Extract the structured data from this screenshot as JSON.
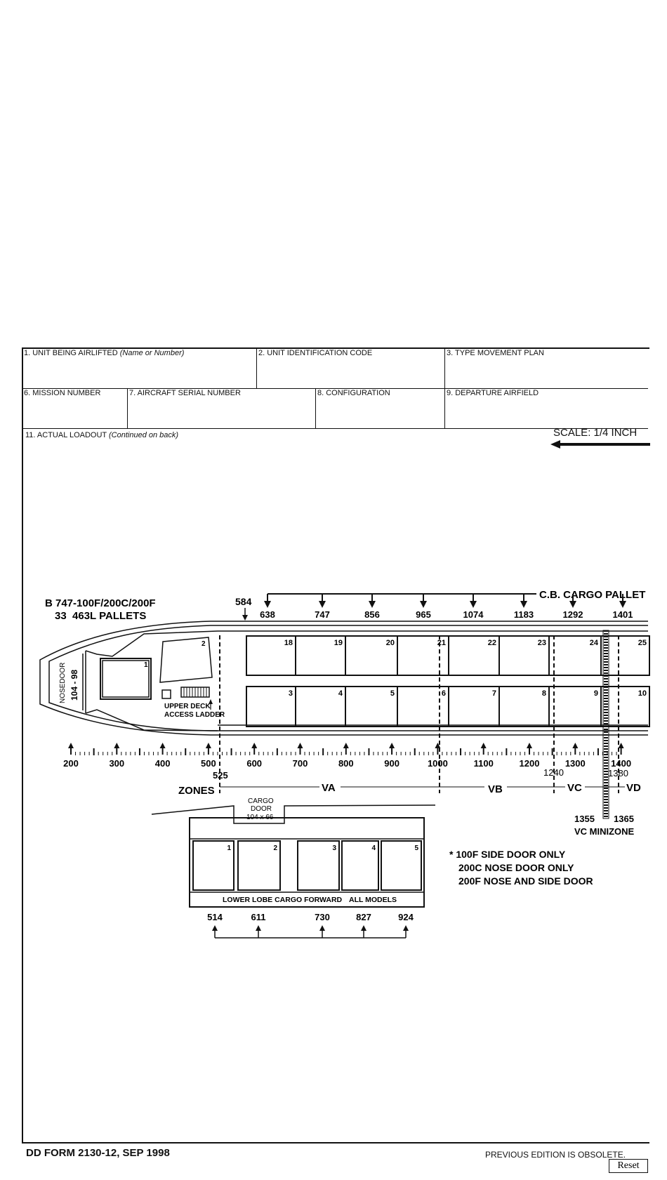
{
  "form": {
    "fields": [
      {
        "label": "1. UNIT BEING AIRLIFTED ",
        "label_italic": "(Name or Number)",
        "value": ""
      },
      {
        "label": "2. UNIT IDENTIFICATION CODE",
        "value": ""
      },
      {
        "label": "3. TYPE MOVEMENT PLAN",
        "value": ""
      },
      {
        "label": "6. MISSION NUMBER",
        "value": ""
      },
      {
        "label": "7. AIRCRAFT SERIAL NUMBER",
        "value": ""
      },
      {
        "label": "8. CONFIGURATION",
        "value": ""
      },
      {
        "label": "9. DEPARTURE AIRFIELD",
        "value": ""
      }
    ],
    "loadout_label": "11. ACTUAL LOADOUT ",
    "loadout_italic": "(Continued on back)",
    "scale": "SCALE: 1/4 INCH"
  },
  "diagram": {
    "aircraft": "B 747-100F/200C/200F",
    "pallets": "33  463L PALLETS",
    "cb_label": "C.B. CARGO PALLET",
    "cb_stations": [
      "638",
      "747",
      "856",
      "965",
      "1074",
      "1183",
      "1292",
      "1401"
    ],
    "station_584": "584",
    "upper_row_pallets": [
      "18",
      "19",
      "20",
      "21",
      "22",
      "23",
      "24",
      "25"
    ],
    "lower_row_pallets": [
      "3",
      "4",
      "5",
      "6",
      "7",
      "8",
      "9",
      "10"
    ],
    "nose_pallets": [
      "1",
      "2"
    ],
    "nosedoor": "NOSEDOOR",
    "nosedoor_dims": "104 - 98",
    "ladder_label_1": "UPPER DECK",
    "ladder_label_2": "ACCESS LADDER",
    "ruler_labels": [
      "200",
      "300",
      "400",
      "500",
      "600",
      "700",
      "800",
      "900",
      "1000",
      "1100",
      "1200",
      "1300",
      "1400"
    ],
    "station_525": "525",
    "station_1240": "1240",
    "station_1380": "1380",
    "zones_label": "ZONES",
    "zones": [
      "VA",
      "VB",
      "VC",
      "VD"
    ],
    "cargo_door": [
      "CARGO",
      "DOOR",
      "104 x 66"
    ],
    "minizone_stations": "1355",
    "minizone_station_2": "1365",
    "minizone_label": "VC MINIZONE",
    "lower_pallets": [
      "1",
      "2",
      "3",
      "4",
      "5"
    ],
    "lower_lobe_label": "LOWER LOBE CARGO FORWARD",
    "all_models": "ALL MODELS",
    "lower_stations": [
      "514",
      "611",
      "730",
      "827",
      "924"
    ],
    "notes": [
      "* 100F SIDE DOOR ONLY",
      "200C NOSE DOOR ONLY",
      "200F NOSE AND SIDE DOOR"
    ]
  },
  "footer": {
    "form_id": "DD FORM 2130-12, SEP 1998",
    "obsolete": "PREVIOUS EDITION IS OBSOLETE.",
    "reset": "Reset"
  }
}
